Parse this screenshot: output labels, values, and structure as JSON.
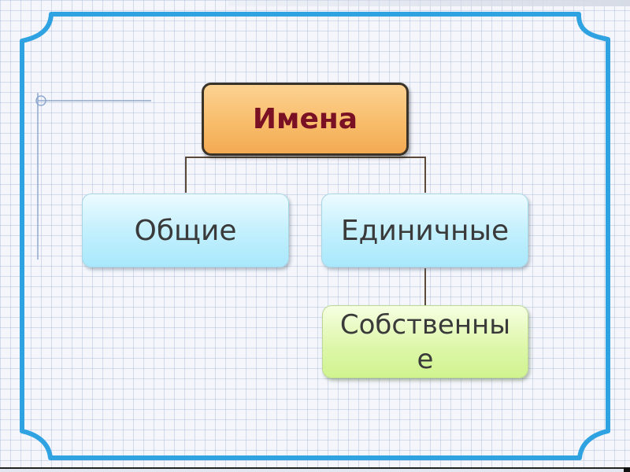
{
  "diagram": {
    "root": {
      "label": "Имена"
    },
    "children": [
      {
        "label": "Общие"
      },
      {
        "label": "Единичные"
      }
    ],
    "grandchild": {
      "label": "Собственные"
    }
  },
  "colors": {
    "frame": "#2fa2e2",
    "root_fill": "#f8bd6b",
    "root_border": "#3b3228",
    "root_text": "#7a1024",
    "child_fill": "#c4f0fd",
    "grandchild_fill": "#def7ab",
    "connector": "#5a4a3a"
  }
}
